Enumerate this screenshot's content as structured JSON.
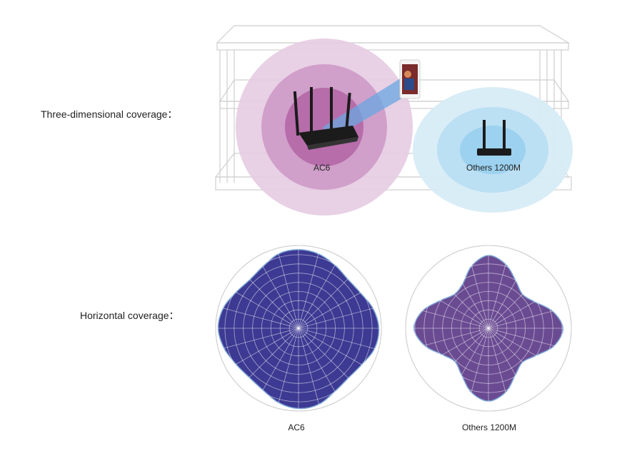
{
  "sections": {
    "three_d": {
      "label": "Three-dimensional coverage："
    },
    "horizontal": {
      "label": "Horizontal coverage："
    }
  },
  "routers": {
    "ac6": {
      "label": "AC6"
    },
    "other": {
      "label": "Others 1200M"
    }
  },
  "colors": {
    "ac6_ring_outer": "#e6cce3",
    "ac6_ring_mid": "#cf9cc8",
    "ac6_ring_inner": "#b46aa8",
    "other_ring_outer": "#d7ecf7",
    "other_ring_mid": "#b9def2",
    "other_ring_inner": "#9ad0ee",
    "ac6_polar_fill": "#3d3a93",
    "other_polar_fill": "#6a4b92",
    "polar_edge": "#7ea8d8",
    "shelf_line": "#cfcfcf",
    "signal_beam": "#6aa7e0"
  },
  "chart_data": [
    {
      "type": "polar-area",
      "series_name": "AC6",
      "angles_deg": [
        0,
        15,
        30,
        45,
        60,
        75,
        90,
        105,
        120,
        135,
        150,
        165,
        180,
        195,
        210,
        225,
        240,
        255,
        270,
        285,
        300,
        315,
        330,
        345
      ],
      "radius": [
        0.95,
        0.93,
        0.88,
        0.84,
        0.86,
        0.93,
        0.97,
        0.95,
        0.88,
        0.85,
        0.88,
        0.95,
        0.97,
        0.93,
        0.86,
        0.84,
        0.87,
        0.93,
        0.97,
        0.94,
        0.87,
        0.83,
        0.86,
        0.93
      ]
    },
    {
      "type": "polar-area",
      "series_name": "Others 1200M",
      "angles_deg": [
        0,
        15,
        30,
        45,
        60,
        75,
        90,
        105,
        120,
        135,
        150,
        165,
        180,
        195,
        210,
        225,
        240,
        255,
        270,
        285,
        300,
        315,
        330,
        345
      ],
      "radius": [
        0.88,
        0.8,
        0.66,
        0.58,
        0.64,
        0.8,
        0.9,
        0.82,
        0.66,
        0.58,
        0.65,
        0.8,
        0.88,
        0.8,
        0.65,
        0.57,
        0.64,
        0.8,
        0.9,
        0.82,
        0.67,
        0.58,
        0.62,
        0.78
      ]
    }
  ]
}
